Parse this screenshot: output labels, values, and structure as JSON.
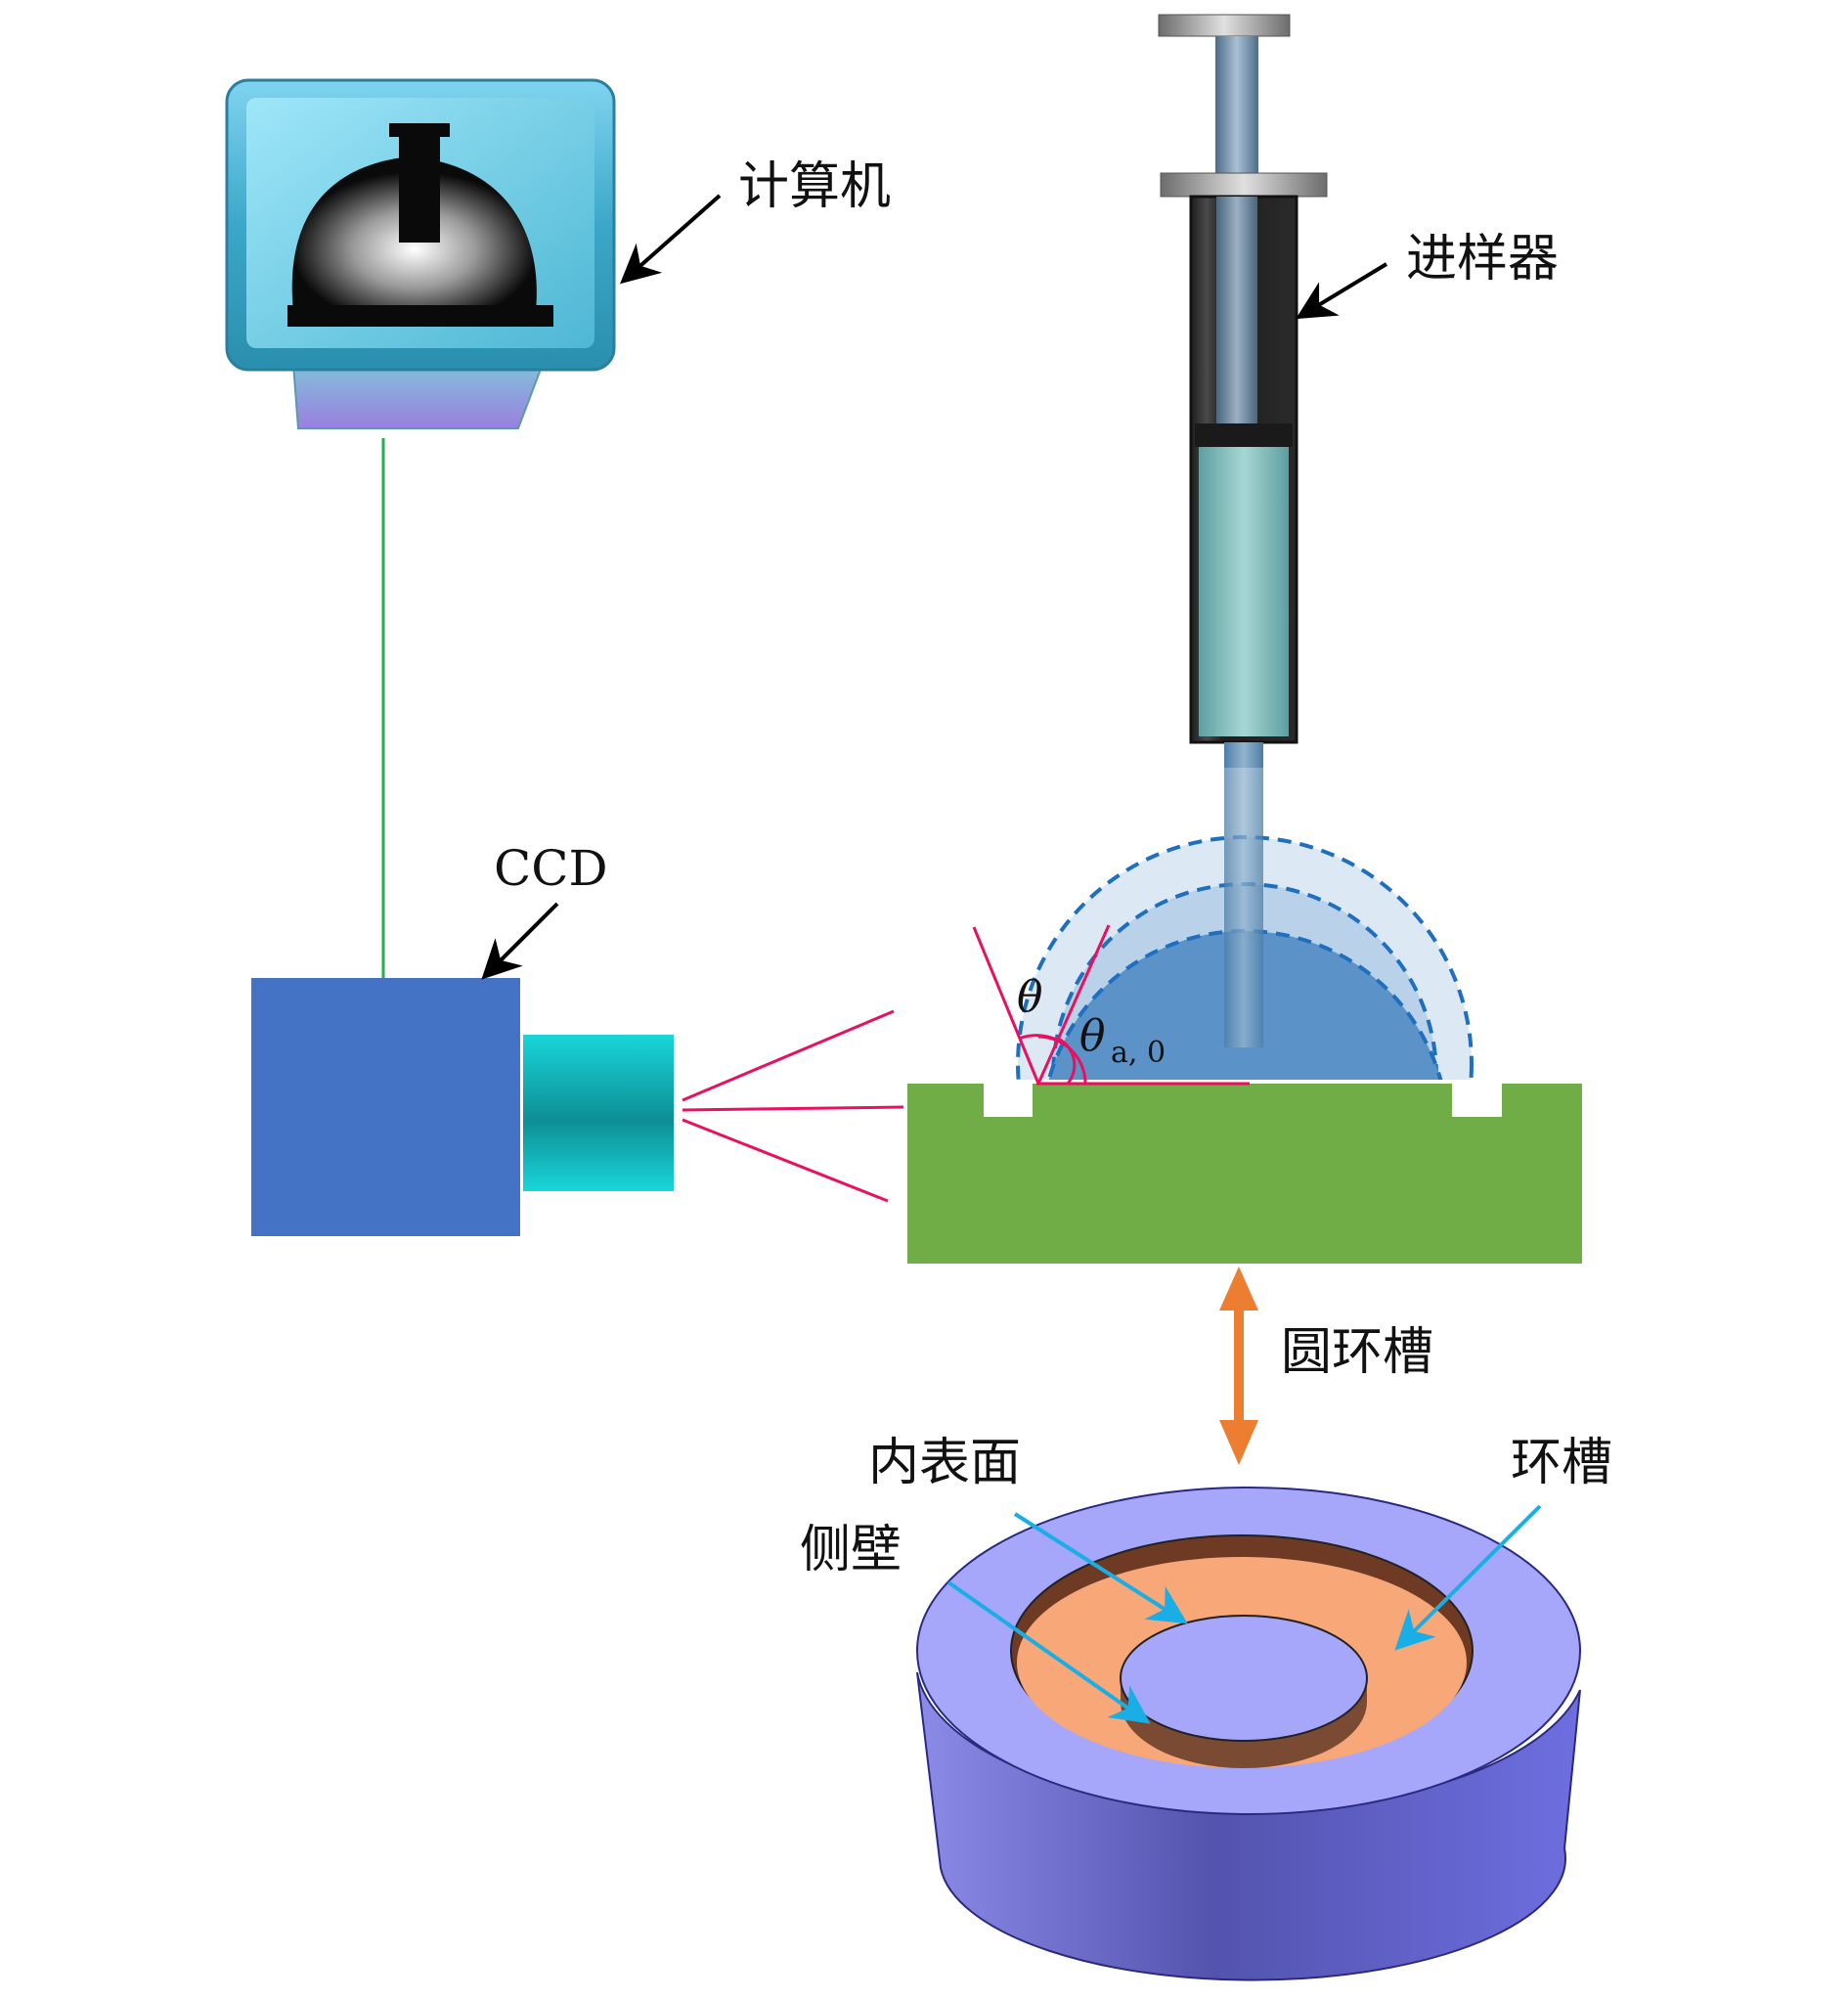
{
  "labels": {
    "computer": "计算机",
    "injector": "进样器",
    "ccd": "CCD",
    "ring_groove": "圆环槽",
    "inner_surface": "内表面",
    "groove": "环槽",
    "side_wall": "侧壁",
    "theta": "θ",
    "theta_adv": "θ",
    "theta_adv_sub": "a, 0"
  },
  "colors": {
    "ccd_body": "#4472C4",
    "ccd_lens": "#12C2C6",
    "substrate": "#70AD47",
    "cable": "#22B04B",
    "sight_lines": "#E8105F",
    "droplet": "#5B93C8",
    "droplet_outline": "#1F6FC0",
    "ring_top": "#A6A6FA",
    "ring_side": "#5C5CB8",
    "groove_fill": "#F8A878",
    "double_arrow": "#ED7D31",
    "pointer_blue": "#1AAEE6"
  },
  "icons": {
    "computer": "monitor-icon",
    "syringe": "syringe-icon",
    "camera": "ccd-camera-icon",
    "ring_part": "ring-disc-icon"
  }
}
